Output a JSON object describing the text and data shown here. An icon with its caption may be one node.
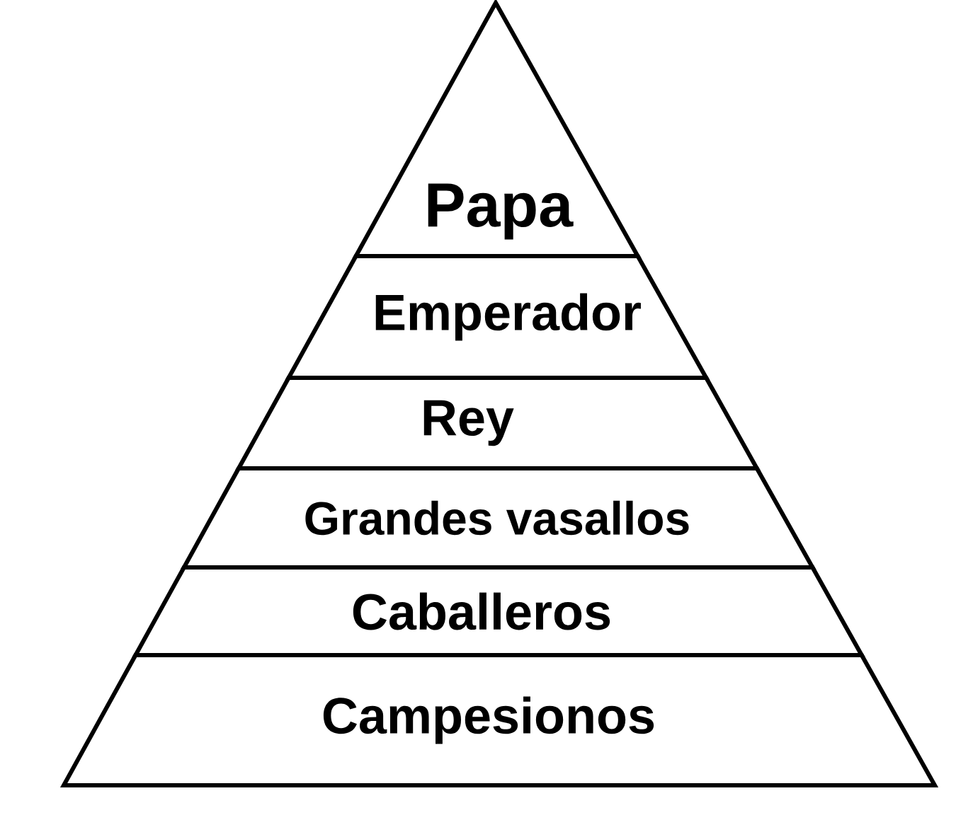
{
  "diagram": {
    "nodes": [
      {
        "text": [
          "Papa"
        ]
      },
      {
        "text": [
          "Emperador"
        ]
      },
      {
        "text": [
          "Rey"
        ]
      },
      {
        "text": [
          "Grandes vasallos"
        ]
      },
      {
        "text": [
          "Caballeros"
        ]
      },
      {
        "text": [
          "Campesionos"
        ]
      }
    ]
  }
}
